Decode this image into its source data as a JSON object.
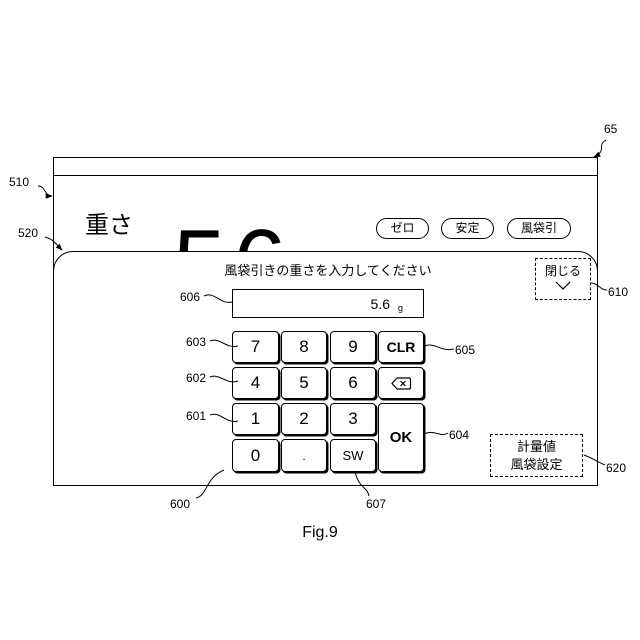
{
  "reference_numerals": {
    "device": "65",
    "main_screen": "510",
    "tare_input_dialog": "520",
    "input_field": "606",
    "close_button": "610",
    "keys_row_7_8_9": "603",
    "keys_row_4_5_6": "602",
    "keys_row_1_2_3": "601",
    "clear_key": "605",
    "ok_key": "604",
    "keypad": "600",
    "switch_key": "607",
    "tare_setting_button": "620"
  },
  "main_screen": {
    "weight_label": "重さ",
    "weight_value": "5.6",
    "buttons": [
      "ゼロ",
      "安定",
      "風袋引"
    ]
  },
  "dialog": {
    "title": "風袋引きの重さを入力してください",
    "input": {
      "value": "5.6",
      "unit": "g"
    },
    "close_button": {
      "label": "閉じる",
      "icon": "chevron-down-icon"
    },
    "keypad": {
      "keys": [
        "7",
        "8",
        "9",
        "CLR",
        "4",
        "5",
        "6",
        "1",
        "2",
        "3",
        "OK",
        "0",
        ".",
        "SW"
      ],
      "backspace_icon": "backspace-icon"
    },
    "tare_setting_button": {
      "line1": "計量値",
      "line2": "風袋設定"
    }
  },
  "figure": {
    "caption": "Fig.9"
  }
}
